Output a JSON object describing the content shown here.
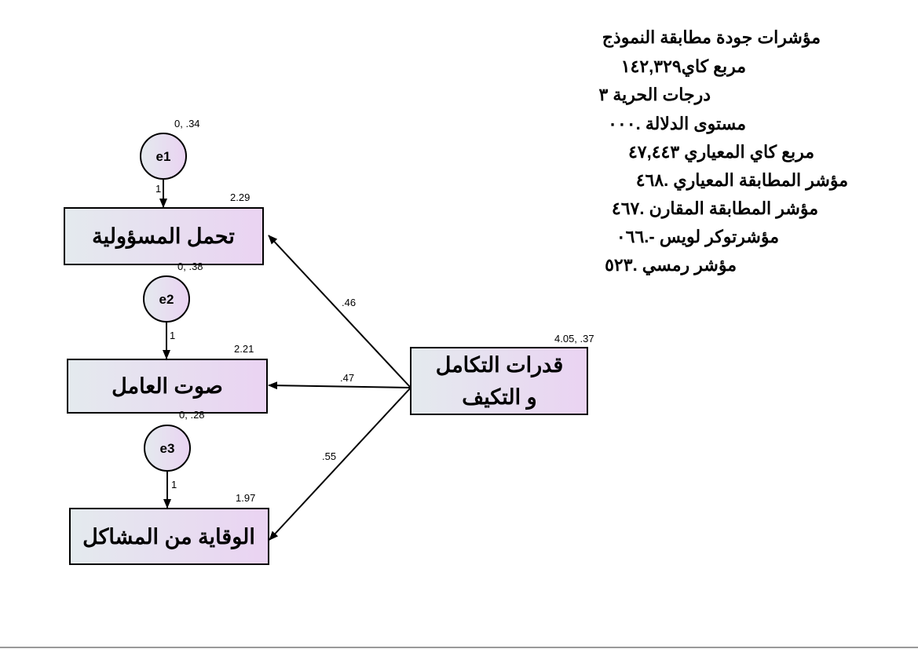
{
  "observed": [
    {
      "label": "تحمل المسؤولية",
      "intercept": "2.29",
      "error": "e1",
      "error_stats": "0, .34",
      "error_weight": "1"
    },
    {
      "label": "صوت العامل",
      "intercept": "2.21",
      "error": "e2",
      "error_stats": "0, .38",
      "error_weight": "1"
    },
    {
      "label": "الوقاية من المشاكل",
      "intercept": "1.97",
      "error": "e3",
      "error_stats": "0, .28",
      "error_weight": "1"
    }
  ],
  "source": {
    "line1": "قدرات التكامل",
    "line2": "و التكيف",
    "stats": "4.05, .37"
  },
  "paths": [
    ".46",
    ".47",
    ".55"
  ],
  "fit_indices": [
    "مؤشرات جودة مطابقة النموذج",
    "مربع كاي١٤٢,٣٢٩",
    "درجات الحرية ٣",
    "مستوى الدلالة .٠٠٠",
    "مربع كاي المعياري ٤٧,٤٤٣",
    "مؤشر المطابقة المعياري  .٤٦٨",
    "مؤشر المطابقة المقارن .٤٦٧",
    "مؤشرتوكر لويس -.٠٦٦",
    "مؤشر رمسي .٥٢٣"
  ],
  "colors": {
    "fill_left": "#e4eaee",
    "fill_right": "#ead3f2"
  }
}
